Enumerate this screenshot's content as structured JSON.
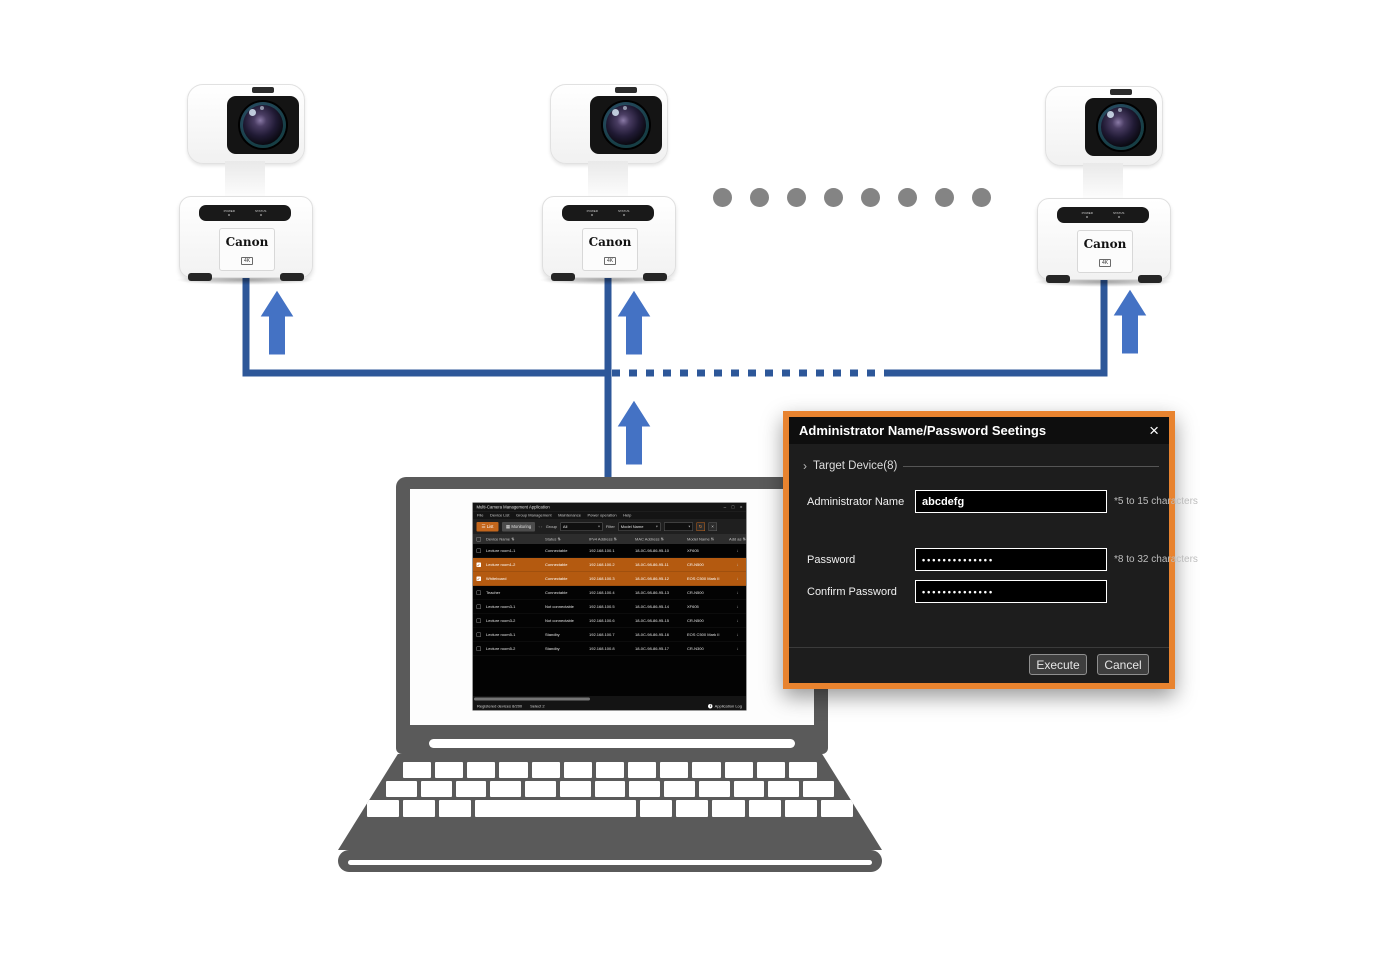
{
  "diagram": {
    "ellipsis_dot_count": 8,
    "colors": {
      "link_line": "#2d5799",
      "arrow": "#4472c4",
      "ellipsis_dot": "#848484",
      "dialog_border": "#e8832f",
      "selected_row": "#b45a10",
      "accent_orange": "#c3661c"
    }
  },
  "camera": {
    "brand": "Canon",
    "badge": "4K",
    "power_label": "POWER",
    "status_label": "STATUS"
  },
  "laptop": {
    "keyboard": {
      "row1_keys": 13,
      "row2_keys": 13,
      "row3_weights": [
        1,
        1,
        1,
        5,
        1,
        1,
        1,
        1,
        1,
        1
      ]
    }
  },
  "app": {
    "title": "Multi-Camera Management Application",
    "window_controls": {
      "minimize": "–",
      "maximize": "□",
      "close": "×"
    },
    "menus": [
      "File",
      "Device List",
      "Group Management",
      "Maintenance",
      "Power operation",
      "Help"
    ],
    "toolbar": {
      "list_icon": "☰",
      "list_label": "List",
      "monitoring_icon": "▦",
      "monitoring_label": "Monitoring",
      "mini_icons": "‹ ›",
      "group_label": "Group",
      "group_value": "All",
      "filter_label": "Filter",
      "filter_value": "Model Name",
      "filter2_value": "",
      "dropdown_icon": "▾",
      "refresh_icon": "↻",
      "clear_icon": "×"
    },
    "table": {
      "sort_icon": "⇅",
      "add_icon": "↓",
      "headers": [
        "Device Name",
        "Status",
        "IPv4 Address",
        "MAC Address",
        "Model Name",
        "Add as"
      ],
      "rows": [
        {
          "name": "Lecture room1-1",
          "status": "Connectable",
          "ip": "192.168.100.1",
          "mac": "18-0C-98-86-95-10",
          "model": "XF605",
          "selected": false
        },
        {
          "name": "Lecture room1-2",
          "status": "Connectable",
          "ip": "192.168.100.2",
          "mac": "18-0C-98-86-95-11",
          "model": "CR-N500",
          "selected": true
        },
        {
          "name": "Whiteboard",
          "status": "Connectable",
          "ip": "192.168.100.3",
          "mac": "18-0C-98-86-95-12",
          "model": "EOS C500 Mark II",
          "selected": true
        },
        {
          "name": "Teacher",
          "status": "Connectable",
          "ip": "192.168.100.4",
          "mac": "18-0C-98-86-95-13",
          "model": "CR-N500",
          "selected": false
        },
        {
          "name": "Lecture room3-1",
          "status": "Not connectable",
          "ip": "192.168.100.5",
          "mac": "18-0C-98-86-95-14",
          "model": "XF605",
          "selected": false
        },
        {
          "name": "Lecture room3-2",
          "status": "Not connectable",
          "ip": "192.168.100.6",
          "mac": "18-0C-98-86-95-15",
          "model": "CR-N500",
          "selected": false
        },
        {
          "name": "Lecture room5-1",
          "status": "Standby",
          "ip": "192.168.100.7",
          "mac": "18-0C-98-86-95-16",
          "model": "EOS C500 Mark II",
          "selected": false
        },
        {
          "name": "Lecture room5-2",
          "status": "Standby",
          "ip": "192.168.100.8",
          "mac": "18-0C-98-86-95-17",
          "model": "CR-N300",
          "selected": false
        }
      ]
    },
    "status_bar": {
      "registered": "Registered devices 8/200",
      "selected": "Select 2",
      "log_icon": "i",
      "log_label": "Application Log"
    }
  },
  "dialog": {
    "title": "Administrator Name/Password Seetings",
    "close_icon": "×",
    "target_chevron": "›",
    "target_device": "Target Device(8)",
    "admin_name": {
      "label": "Administrator Name",
      "value": "abcdefg",
      "hint": "*5 to 15 characters"
    },
    "password": {
      "label": "Password",
      "value": "••••••••••••••",
      "hint": "*8 to 32 characters"
    },
    "confirm_password": {
      "label": "Confirm Password",
      "value": "••••••••••••••"
    },
    "execute_label": "Execute",
    "cancel_label": "Cancel"
  }
}
